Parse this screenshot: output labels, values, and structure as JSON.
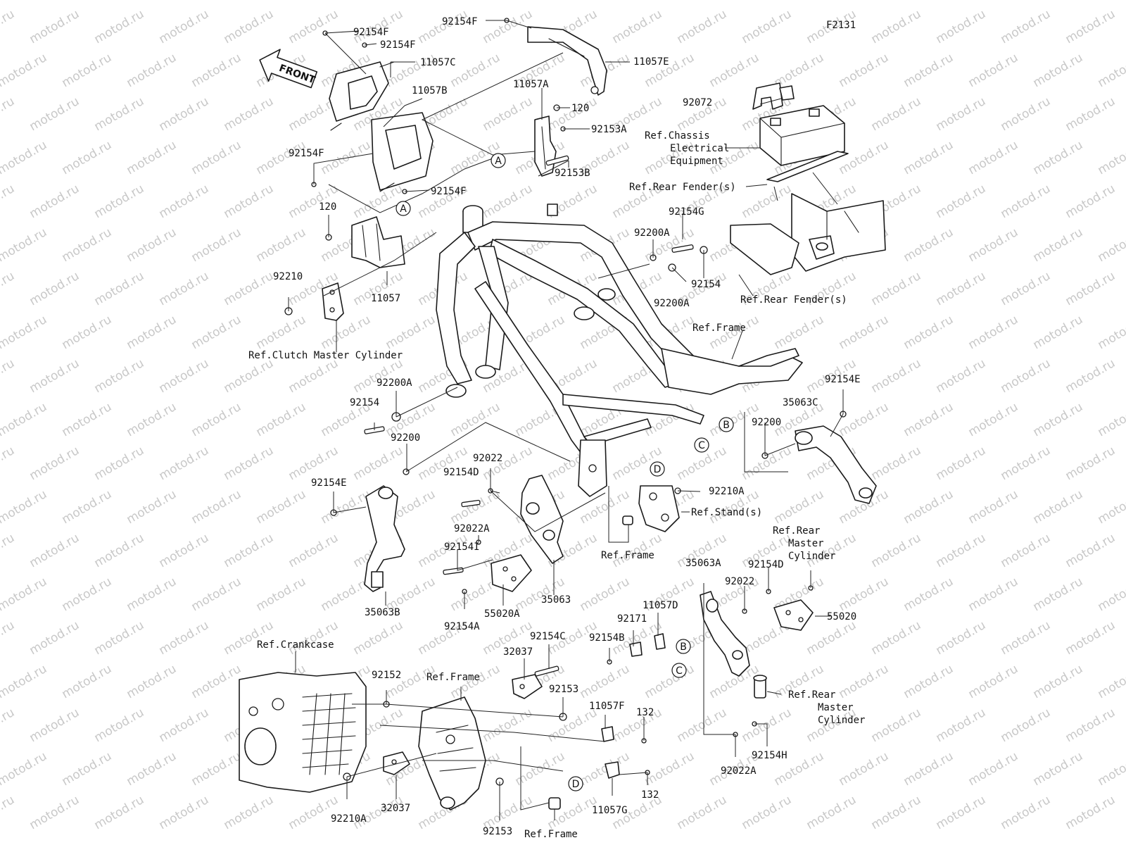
{
  "figure_id": "F2131",
  "front_arrow_label": "FRONT",
  "watermark": "motod.ru",
  "labels": {
    "p92154F_a": "92154F",
    "p92154F_b": "92154F",
    "p92154F_c": "92154F",
    "p92154F_d": "92154F",
    "p92154F_e": "92154F",
    "p11057C": "11057C",
    "p11057B": "11057B",
    "p11057A": "11057A",
    "p11057E": "11057E",
    "p120_a": "120",
    "p92153A": "92153A",
    "p92153B": "92153B",
    "p92072": "92072",
    "ref_chassis_1": "Ref.Chassis",
    "ref_chassis_2": "Electrical",
    "ref_chassis_3": "Equipment",
    "ref_rear_fender_a": "Ref.Rear Fender(s)",
    "ref_rear_fender_b": "Ref.Rear Fender(s)",
    "p120_b": "120",
    "p92210": "92210",
    "p11057": "11057",
    "ref_clutch": "Ref.Clutch Master Cylinder",
    "p92154G": "92154G",
    "p92200A_a": "92200A",
    "p92200A_b": "92200A",
    "p92154_a": "92154",
    "ref_frame_a": "Ref.Frame",
    "p92200A_c": "92200A",
    "p92154_b": "92154",
    "p92200_a": "92200",
    "p92154E_a": "92154E",
    "p35063C": "35063C",
    "p92200_b": "92200",
    "p92154E_b": "92154E",
    "p92022_a": "92022",
    "p92154D_a": "92154D",
    "p92022A_a": "92022A",
    "p92154I": "92154I",
    "p92210A_a": "92210A",
    "ref_stands": "Ref.Stand(s)",
    "ref_frame_b": "Ref.Frame",
    "p35063B": "35063B",
    "p55020A": "55020A",
    "p35063": "35063",
    "p92154A": "92154A",
    "ref_rear_mc_a1": "Ref.Rear",
    "ref_rear_mc_a2": "Master",
    "ref_rear_mc_a3": "Cylinder",
    "p35063A": "35063A",
    "p92154D_b": "92154D",
    "p92022_b": "92022",
    "p11057D": "11057D",
    "p92171": "92171",
    "p92154B": "92154B",
    "p55020": "55020",
    "ref_crankcase": "Ref.Crankcase",
    "p92154C": "92154C",
    "p32037_a": "32037",
    "ref_frame_c": "Ref.Frame",
    "p92152": "92152",
    "p92153_a": "92153",
    "p11057F": "11057F",
    "p132_a": "132",
    "ref_rear_mc_b1": "Ref.Rear",
    "ref_rear_mc_b2": "Master",
    "ref_rear_mc_b3": "Cylinder",
    "p92154H": "92154H",
    "p92022A_b": "92022A",
    "p92210A_b": "92210A",
    "p32037_b": "32037",
    "p92153_b": "92153",
    "ref_frame_d": "Ref.Frame",
    "p11057G": "11057G",
    "p132_b": "132"
  },
  "callouts": {
    "A1": "A",
    "A2": "A",
    "B1": "B",
    "B2": "B",
    "C1": "C",
    "C2": "C",
    "D1": "D",
    "D2": "D"
  }
}
